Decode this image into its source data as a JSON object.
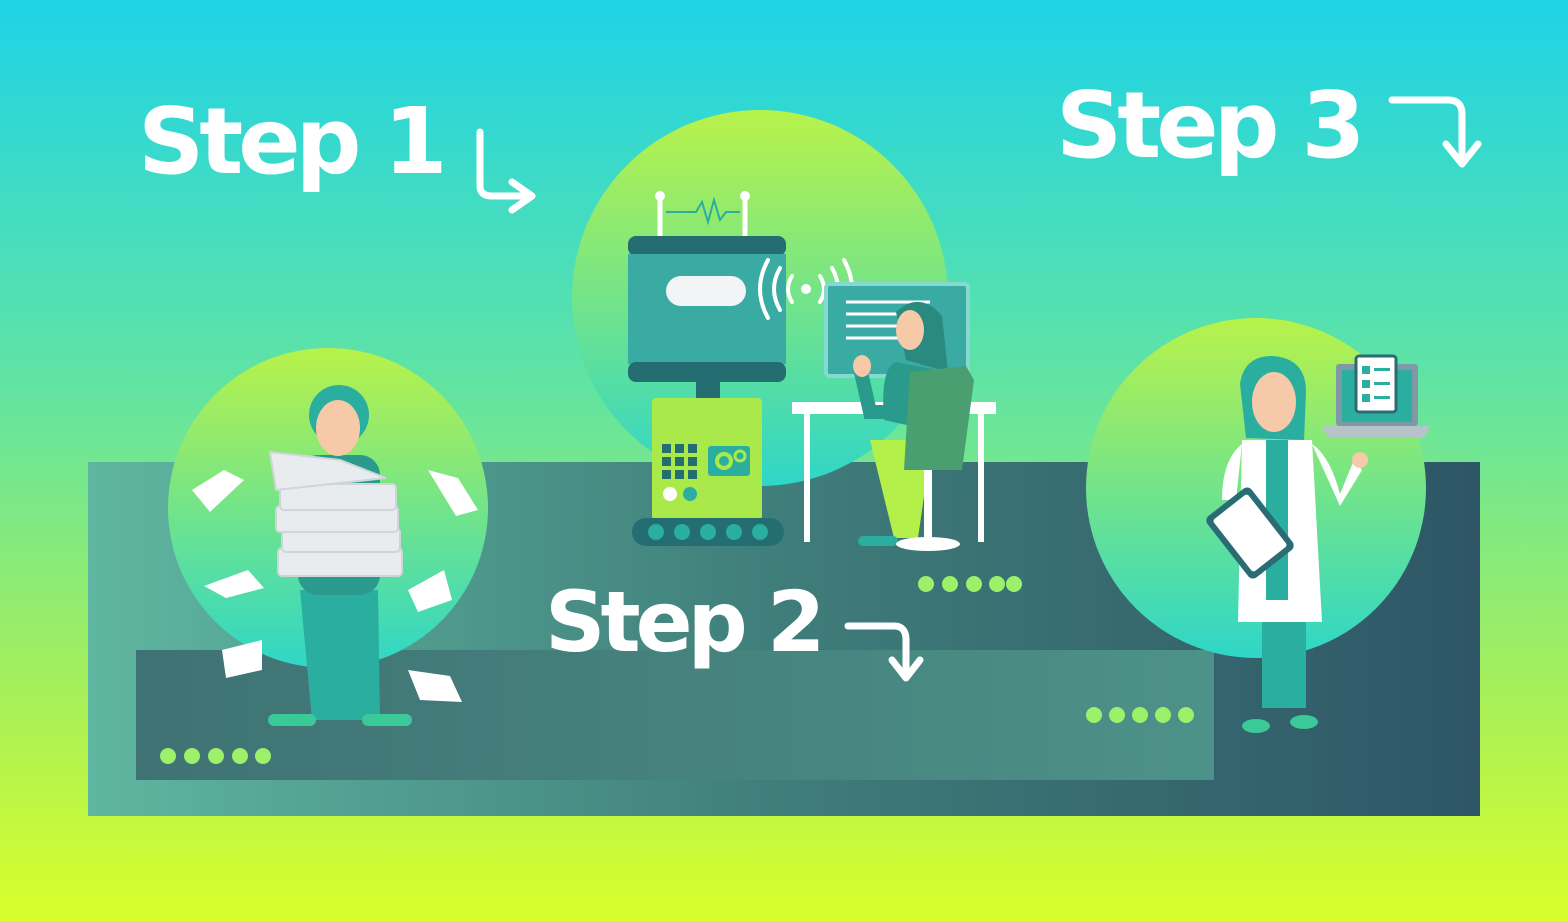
{
  "steps": [
    {
      "label": "Step 1"
    },
    {
      "label": "Step 2"
    },
    {
      "label": "Step 3"
    }
  ],
  "colors": {
    "sky_top": "#1ed3e6",
    "ground_bottom": "#d8ff2a",
    "platform_dark": "#2e5666",
    "platform_light": "#56a89a",
    "teal": "#2aaea0",
    "lime": "#b4f04a",
    "dots": "#9cf06a",
    "white": "#ffffff"
  },
  "icons": [
    "arrow-down-right-icon",
    "wifi-signal-icon",
    "gear-icon",
    "clipboard-icon",
    "laptop-icon",
    "monitor-icon"
  ]
}
